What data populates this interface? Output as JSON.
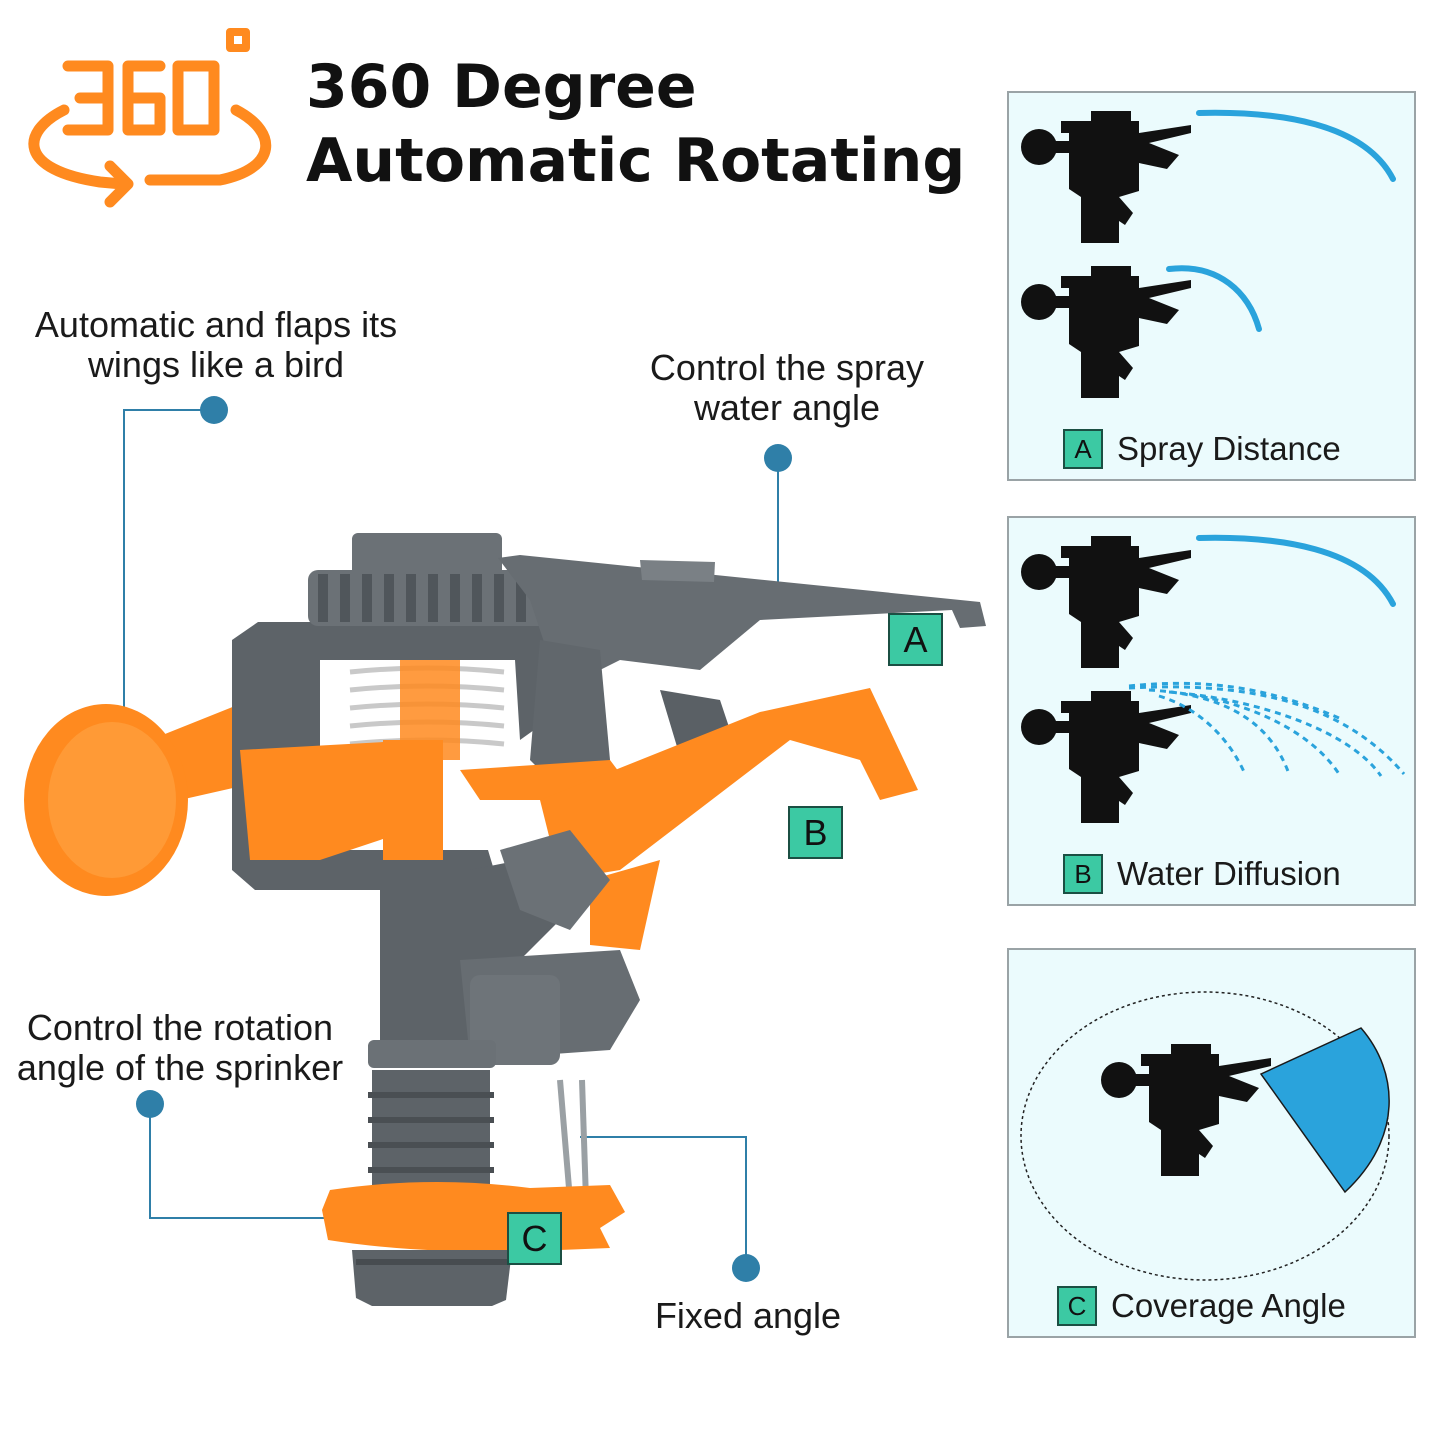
{
  "header": {
    "badge_text": "360°",
    "title_line1": "360 Degree",
    "title_line2": "Automatic Rotating"
  },
  "callouts": {
    "wings": [
      "Automatic and flaps its",
      "wings like a bird"
    ],
    "spray_angle": [
      "Control the spray",
      "water angle"
    ],
    "rotation_angle": [
      "Control the rotation",
      "angle of the sprinker"
    ],
    "fixed_angle": "Fixed angle"
  },
  "labels": {
    "a": "A",
    "b": "B",
    "c": "C"
  },
  "panels": [
    {
      "letter": "A",
      "text": "Spray Distance"
    },
    {
      "letter": "B",
      "text": "Water Diffusion"
    },
    {
      "letter": "C",
      "text": "Coverage Angle"
    }
  ],
  "colors": {
    "orange": "#ff8a1f",
    "grey": "#5d6368",
    "teal": "#3cc9a3",
    "leader": "#2f7fa8",
    "spray_blue": "#2aa3dc",
    "panel_bg": "#ebfbfd"
  }
}
